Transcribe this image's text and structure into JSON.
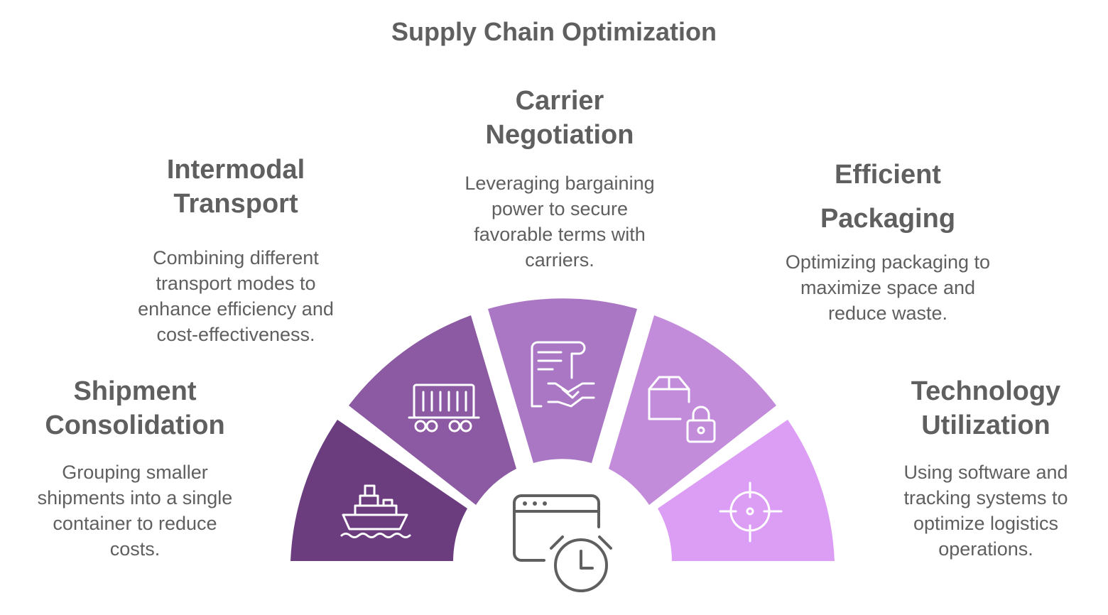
{
  "title": "Supply Chain Optimization",
  "segments": [
    {
      "title_lines": [
        "Shipment",
        "Consolidation"
      ],
      "desc_lines": [
        "Grouping smaller",
        "shipments into a single",
        "container to reduce",
        "costs."
      ],
      "icon": "ship-icon",
      "color": "#6b3d7f"
    },
    {
      "title_lines": [
        "Intermodal",
        "Transport"
      ],
      "desc_lines": [
        "Combining different",
        "transport modes to",
        "enhance efficiency and",
        "cost-effectiveness."
      ],
      "icon": "train-wagon-icon",
      "color": "#8b5aa3"
    },
    {
      "title_lines": [
        "Carrier",
        "Negotiation"
      ],
      "desc_lines": [
        "Leveraging bargaining",
        "power to secure",
        "favorable terms with",
        "carriers."
      ],
      "icon": "contract-handshake-icon",
      "color": "#a977c3"
    },
    {
      "title_lines": [
        "Efficient",
        "Packaging"
      ],
      "desc_lines": [
        "Optimizing packaging to",
        "maximize space and",
        "reduce waste."
      ],
      "icon": "package-lock-icon",
      "color": "#c28cdb"
    },
    {
      "title_lines": [
        "Technology",
        "Utilization"
      ],
      "desc_lines": [
        "Using software and",
        "tracking systems to",
        "optimize logistics",
        "operations."
      ],
      "icon": "crosshair-icon",
      "color": "#dc9ef5"
    }
  ],
  "center_icon": "browser-clock-icon"
}
